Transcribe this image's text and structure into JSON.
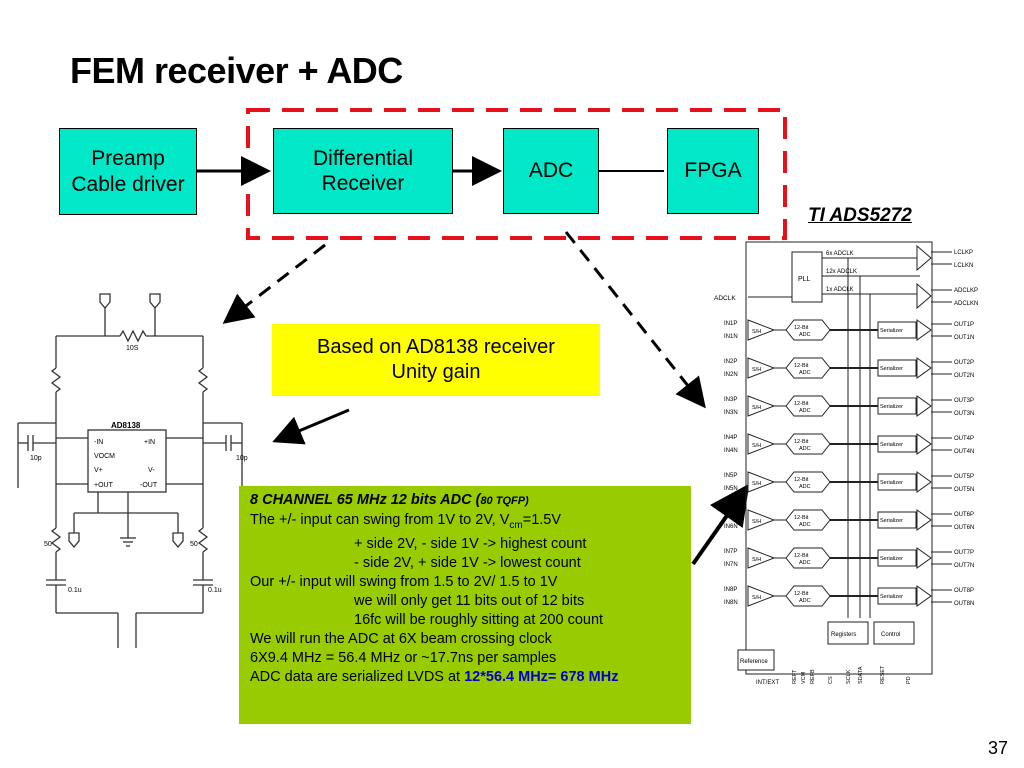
{
  "title": "FEM receiver + ADC",
  "blocks": {
    "preamp": "Preamp\nCable driver",
    "diff_receiver": "Differential\nReceiver",
    "adc": "ADC",
    "fpga": "FPGA"
  },
  "ti_label": "TI ADS5272",
  "yellow_box": {
    "line1": "Based on AD8138 receiver",
    "line2": "Unity gain"
  },
  "green_box": {
    "header": "8 CHANNEL 65 MHz 12 bits ADC (",
    "header_small": "80 TQFP)",
    "l1_a": "The +/- input can swing from 1V to 2V, V",
    "l1_sub": "cm",
    "l1_b": "=1.5V",
    "l2": "+ side 2V, - side 1V ->  highest count",
    "l3": "- side 2V, + side 1V -> lowest count",
    "l4": "Our +/- input will swing from 1.5 to 2V/ 1.5 to 1V",
    "l5": "we will only get 11 bits out of 12 bits",
    "l6": "16fc will be roughly sitting at 200 count",
    "l7": "We will run the ADC at 6X beam crossing clock",
    "l8": "6X9.4 MHz = 56.4 MHz or ~17.7ns per samples",
    "l9": "ADC data are serialized LVDS at ",
    "l9_blue": "12*56.4 MHz= 678 MHz"
  },
  "page_number": "37",
  "circuit": {
    "chip": "AD8138",
    "pins": [
      "-IN",
      "+IN",
      "VOCM",
      "V+",
      "V-",
      "+OUT",
      "-OUT"
    ],
    "resistor": "10S",
    "cap_left": "10p",
    "cap_right": "10p",
    "res_50": "50",
    "cap_01": "0.1u"
  },
  "ads5272": {
    "clk_top": [
      "6x ADCLK",
      "12x ADCLK",
      "1x ADCLK"
    ],
    "pll": "PLL",
    "adclk": "ADCLK",
    "lclk_p": "LCLKP",
    "lclk_n": "LCLKN",
    "adclk_p": "ADCLKP",
    "adclk_n": "ADCLKN",
    "sh": "S/H",
    "bit12": "12-Bit",
    "adc": "ADC",
    "serializer": "Serializer",
    "channels": [
      "1",
      "2",
      "3",
      "4",
      "5",
      "6",
      "7",
      "8"
    ],
    "reference": "Reference",
    "registers": "Registers",
    "control": "Control",
    "bottom_pins": [
      "INT/EXT",
      "REFT",
      "VCM",
      "REFB",
      "CS",
      "SCLK",
      "SDATA",
      "RESET",
      "PD"
    ]
  },
  "colors": {
    "block": "#00e8c8",
    "dashed": "#e8101a",
    "yellow": "#ffff00",
    "green": "#99cc00",
    "blue": "#0000cc"
  }
}
